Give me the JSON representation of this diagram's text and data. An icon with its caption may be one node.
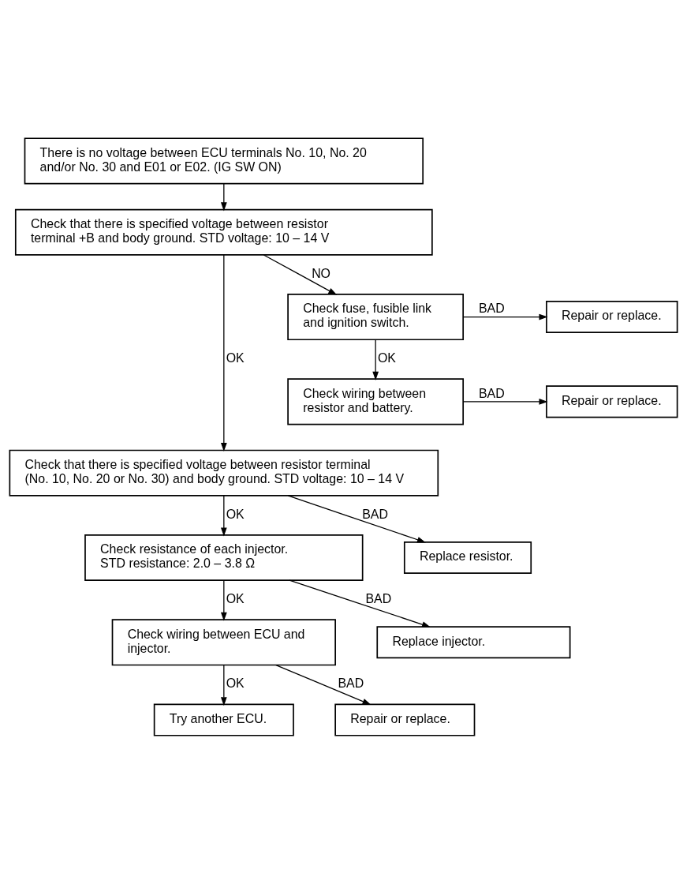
{
  "diagram": {
    "nodes": [
      {
        "text": [
          "There is no voltage between ECU terminals No. 10, No. 20 and/or No. 30 and E01 or E02. (IG SW ON)"
        ]
      },
      {
        "text": [
          "Check that there is specified voltage between resistor terminal +B and body ground. STD voltage: 10 – 14 V"
        ]
      },
      {
        "text": [
          "Check fuse, fusible link and ignition switch."
        ]
      },
      {
        "text": [
          "Repair or replace."
        ]
      },
      {
        "text": [
          "Check wiring between resistor and battery."
        ]
      },
      {
        "text": [
          "Repair or replace."
        ]
      },
      {
        "text": [
          "Check that there is specified voltage between resistor terminal (No. 10, No. 20 or No. 30) and body ground. STD voltage: 10 – 14 V"
        ]
      },
      {
        "text": [
          "Check resistance of each injector.",
          "STD resistance: 2.0 – 3.8 Ω"
        ]
      },
      {
        "text": [
          "Replace resistor."
        ]
      },
      {
        "text": [
          "Check wiring between ECU and injector."
        ]
      },
      {
        "text": [
          "Replace injector."
        ]
      },
      {
        "text": [
          "Try another ECU."
        ]
      },
      {
        "text": [
          "Repair or replace."
        ]
      }
    ],
    "edges": [
      {
        "from": 0,
        "to": 1,
        "arrow": "to"
      },
      {
        "from": 1,
        "to": 6,
        "arrow": "to",
        "label": "OK"
      },
      {
        "from": 1,
        "to": 2,
        "arrow": "to",
        "label": "NO"
      },
      {
        "from": 2,
        "to": 3,
        "arrow": "to",
        "label": "BAD"
      },
      {
        "from": 2,
        "to": 4,
        "arrow": "to",
        "label": "OK"
      },
      {
        "from": 4,
        "to": 5,
        "arrow": "to",
        "label": "BAD"
      },
      {
        "from": 6,
        "to": 7,
        "arrow": "to",
        "label": "OK"
      },
      {
        "from": 6,
        "to": 8,
        "arrow": "to",
        "label": "BAD"
      },
      {
        "from": 7,
        "to": 9,
        "arrow": "to",
        "label": "OK"
      },
      {
        "from": 7,
        "to": 10,
        "arrow": "to",
        "label": "BAD"
      },
      {
        "from": 9,
        "to": 11,
        "arrow": "to",
        "label": "OK"
      },
      {
        "from": 9,
        "to": 12,
        "arrow": "to",
        "label": "BAD"
      }
    ]
  }
}
